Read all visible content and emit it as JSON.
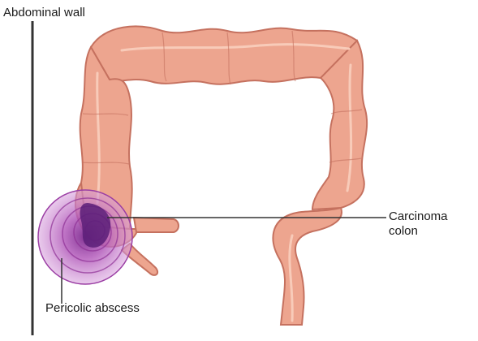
{
  "labels": {
    "abdominal_wall": "Abdominal wall",
    "carcinoma_line1": "Carcinoma",
    "carcinoma_line2": "colon",
    "pericolic_abscess": "Pericolic abscess"
  },
  "colors": {
    "colon_fill": "#eda58f",
    "colon_stroke": "#c5715f",
    "colon_highlight": "#f8cbb9",
    "abscess_fill": "#b458b8",
    "abscess_ring": "#8e3195",
    "tumour": "#5b1f78",
    "leader_line": "#333333"
  }
}
